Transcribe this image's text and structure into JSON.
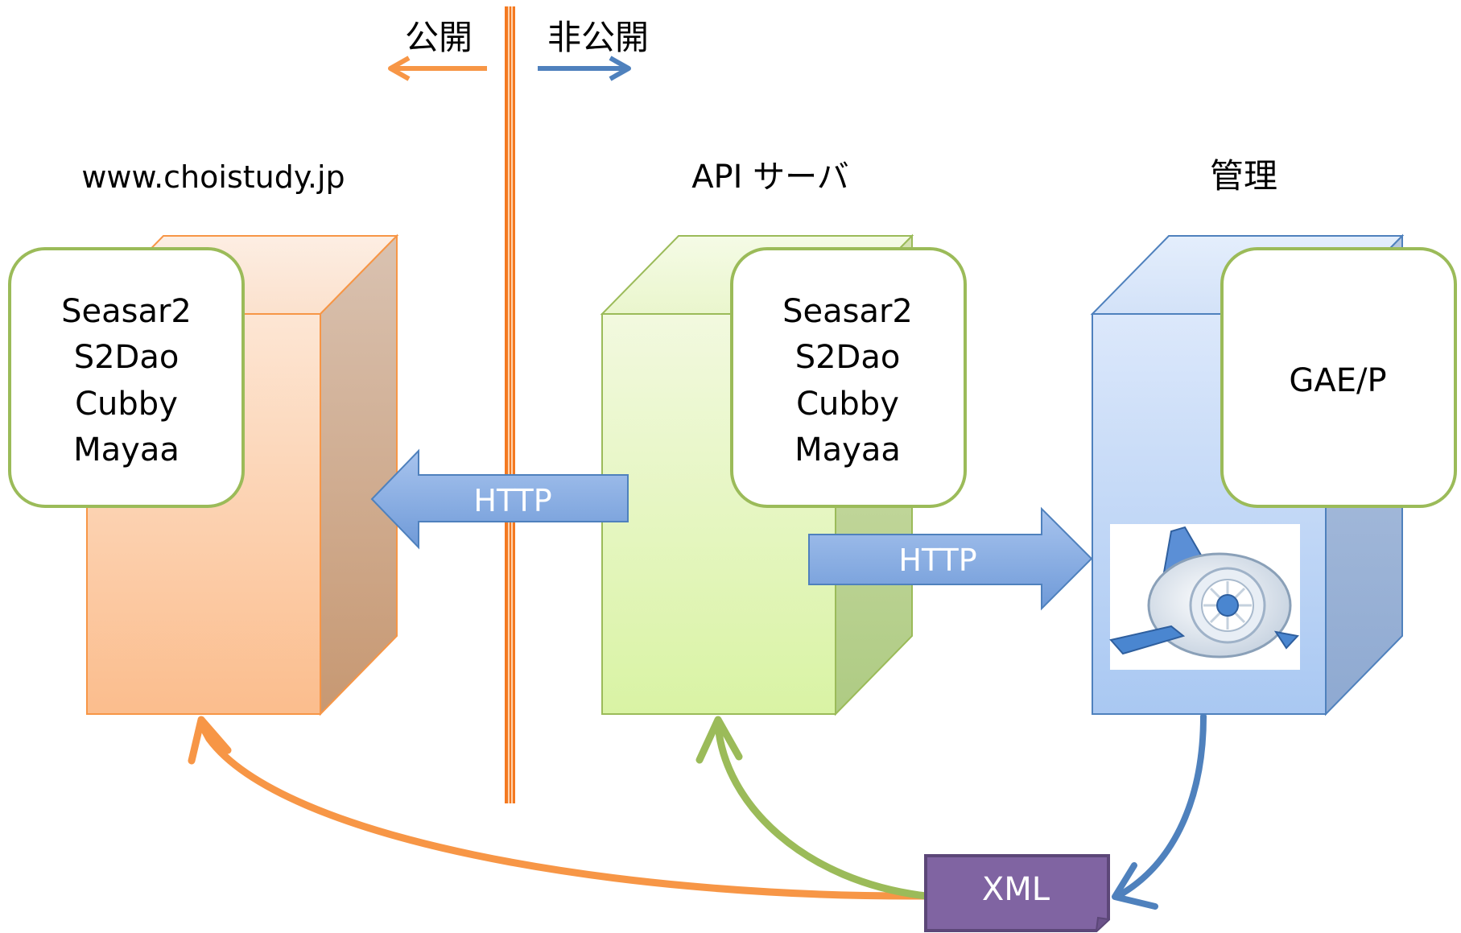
{
  "labels": {
    "public": "公開",
    "private": "非公開",
    "www_title": "www.choistudy.jp",
    "api_title": "API サーバ",
    "admin_title": "管理"
  },
  "www_stack": [
    "Seasar2",
    "S2Dao",
    "Cubby",
    "Mayaa"
  ],
  "api_stack": [
    "Seasar2",
    "S2Dao",
    "Cubby",
    "Mayaa"
  ],
  "admin_stack": "GAE/P",
  "arrows": {
    "api_to_www": "HTTP",
    "api_to_admin": "HTTP"
  },
  "doc": "XML",
  "icons": {
    "gae": "app-engine-logo-icon"
  },
  "colors": {
    "public_orange": "#f79646",
    "private_blue": "#4f81bd",
    "divider": "#f26b1d",
    "api_green": "#9bbb59",
    "xml_purple": "#8064a2"
  }
}
